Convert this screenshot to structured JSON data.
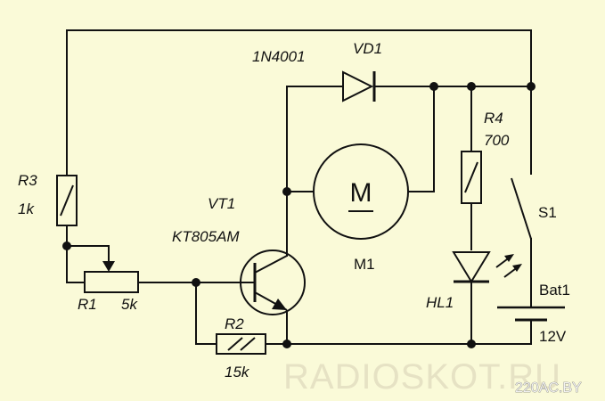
{
  "watermark": "RADIOSKOT.RU",
  "site_mark": "220AC.BY",
  "components": {
    "r3": {
      "ref": "R3",
      "value": "1k"
    },
    "r1": {
      "ref": "R1",
      "value": "5k"
    },
    "r2": {
      "ref": "R2",
      "value": "15k"
    },
    "r4": {
      "ref": "R4",
      "value": "700"
    },
    "vt1": {
      "ref": "VT1",
      "value": "KT805AM"
    },
    "vd1": {
      "ref": "VD1",
      "value": "1N4001"
    },
    "m1": {
      "ref": "M1",
      "symbol": "M"
    },
    "hl1": {
      "ref": "HL1"
    },
    "s1": {
      "ref": "S1"
    },
    "bat1": {
      "ref": "Bat1",
      "value": "12V"
    }
  }
}
